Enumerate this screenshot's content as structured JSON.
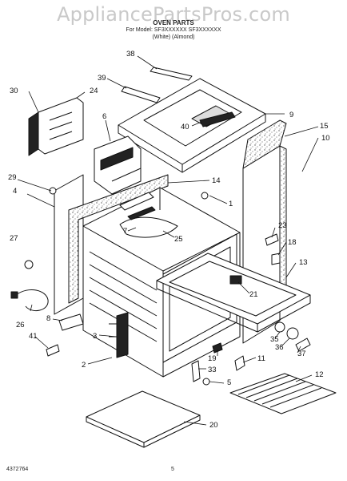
{
  "watermark": "AppliancePartsPros.com",
  "header": {
    "title": "OVEN PARTS",
    "line2": "For Model: SF3XXXXXX SF3XXXXXX",
    "line3": "(White)    (Almond)"
  },
  "footer": {
    "part_number": "4372764",
    "page": "5"
  },
  "callouts": [
    {
      "id": "c38",
      "label": "38"
    },
    {
      "id": "c30",
      "label": "30"
    },
    {
      "id": "c39",
      "label": "39"
    },
    {
      "id": "c24",
      "label": "24"
    },
    {
      "id": "c9",
      "label": "9"
    },
    {
      "id": "c6",
      "label": "6"
    },
    {
      "id": "c15",
      "label": "15"
    },
    {
      "id": "c40",
      "label": "40"
    },
    {
      "id": "c10",
      "label": "10"
    },
    {
      "id": "c29",
      "label": "29"
    },
    {
      "id": "c14",
      "label": "14"
    },
    {
      "id": "c4",
      "label": "4"
    },
    {
      "id": "c1",
      "label": "1"
    },
    {
      "id": "c23",
      "label": "23"
    },
    {
      "id": "c7",
      "label": "7"
    },
    {
      "id": "c25",
      "label": "25"
    },
    {
      "id": "c27",
      "label": "27"
    },
    {
      "id": "c18",
      "label": "18"
    },
    {
      "id": "c13",
      "label": "13"
    },
    {
      "id": "c21",
      "label": "21"
    },
    {
      "id": "c26",
      "label": "26"
    },
    {
      "id": "c8",
      "label": "8"
    },
    {
      "id": "c41",
      "label": "41"
    },
    {
      "id": "c3",
      "label": "3"
    },
    {
      "id": "c35",
      "label": "35"
    },
    {
      "id": "c36",
      "label": "36"
    },
    {
      "id": "c37",
      "label": "37"
    },
    {
      "id": "c19",
      "label": "19"
    },
    {
      "id": "c11",
      "label": "11"
    },
    {
      "id": "c2",
      "label": "2"
    },
    {
      "id": "c33",
      "label": "33"
    },
    {
      "id": "c12",
      "label": "12"
    },
    {
      "id": "c5",
      "label": "5"
    },
    {
      "id": "c20",
      "label": "20"
    }
  ]
}
